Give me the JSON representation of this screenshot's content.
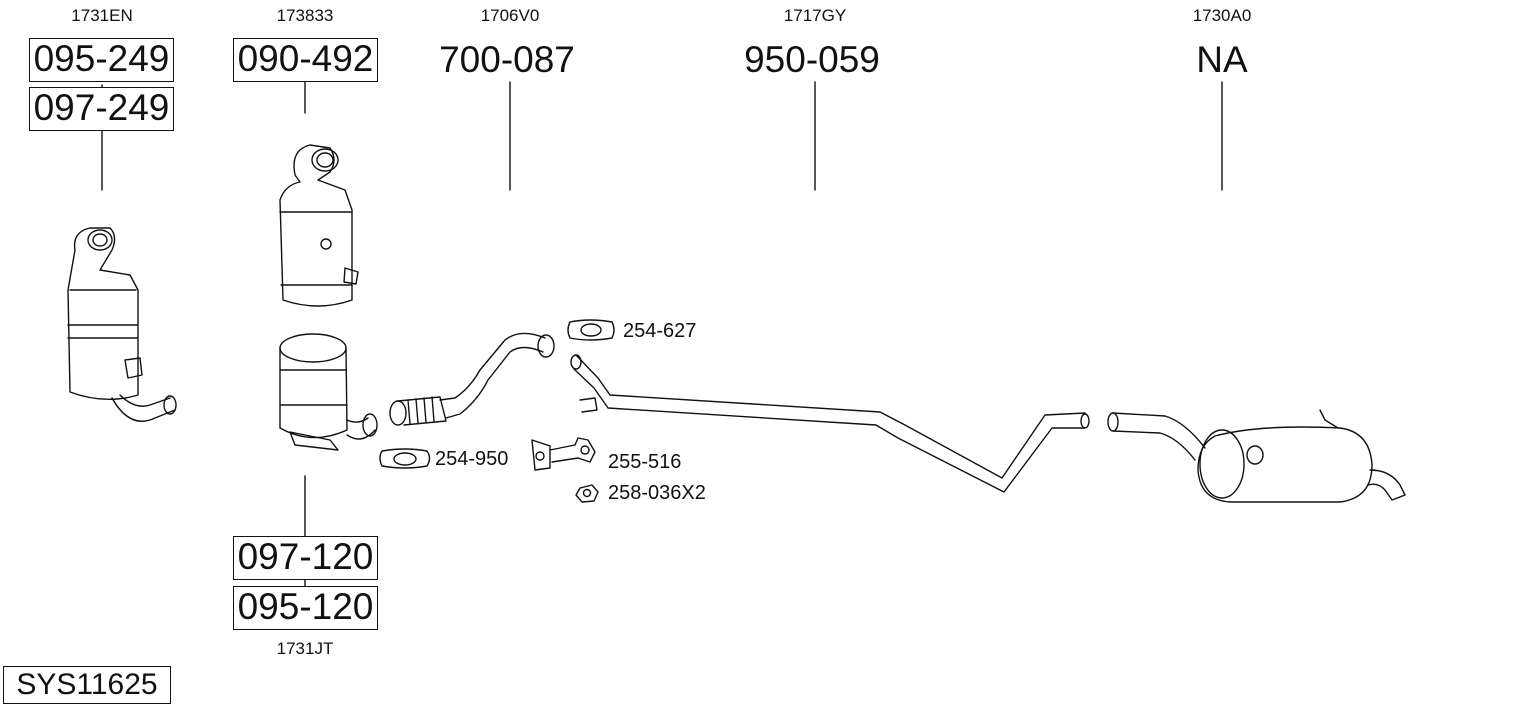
{
  "system_id": "SYS11625",
  "oe_codes": {
    "c1": "1731EN",
    "c2": "173833",
    "c3": "1706V0",
    "c4": "1717GY",
    "c5": "1730A0",
    "c6": "1731JT"
  },
  "part_numbers": {
    "cat1_a": "095-249",
    "cat1_b": "097-249",
    "dpf": "090-492",
    "cat2_a": "097-120",
    "cat2_b": "095-120",
    "front_pipe": "700-087",
    "middle_pipe": "950-059",
    "rear_silencer": "NA"
  },
  "fittings": {
    "clamp_upper": "254-627",
    "clamp_lower": "254-950",
    "bracket": "255-516",
    "nut": "258-036X2"
  }
}
